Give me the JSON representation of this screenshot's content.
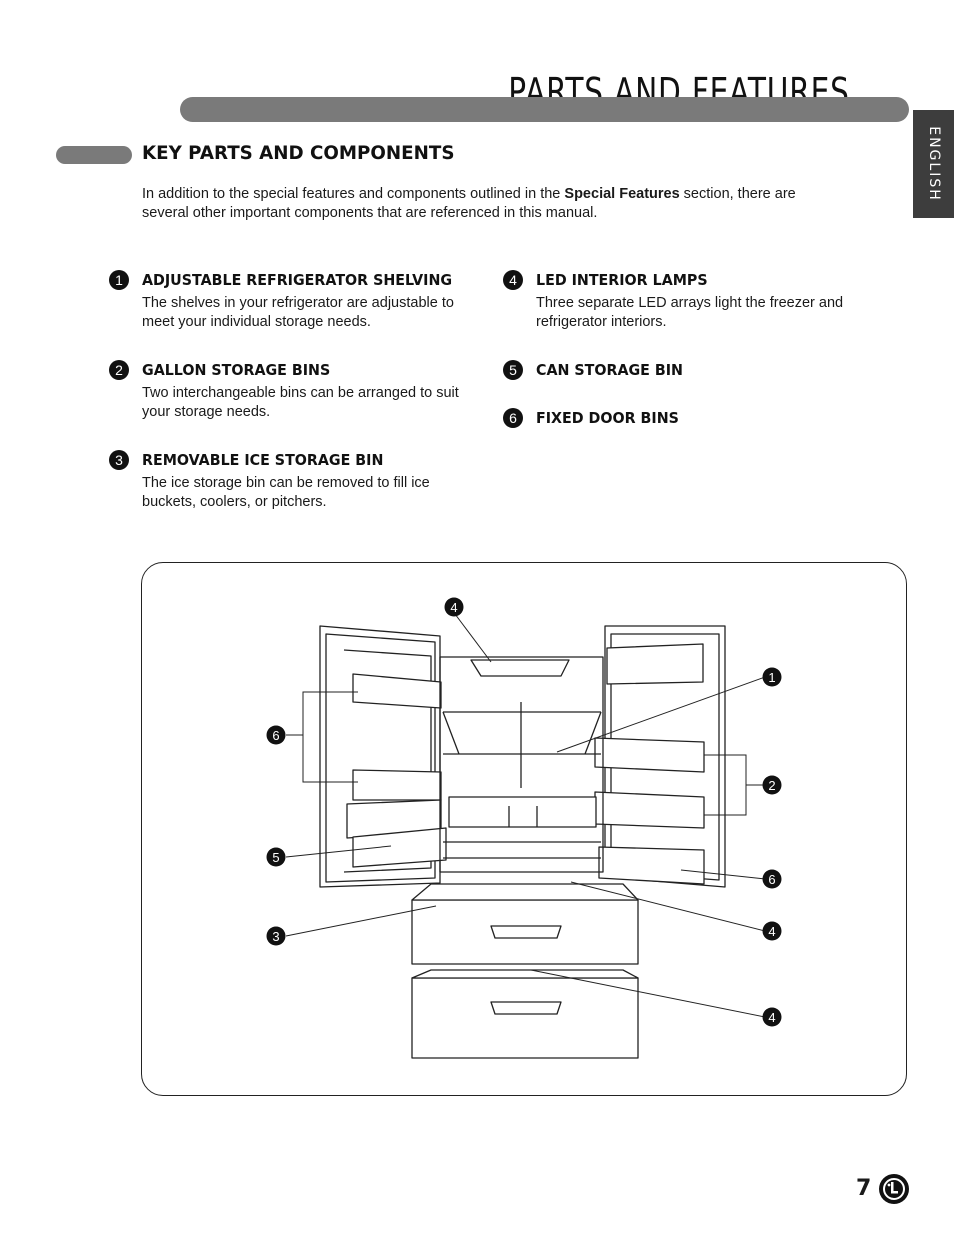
{
  "header": {
    "title": "PARTS AND FEATURES",
    "language_tab": "ENGLISH"
  },
  "section": {
    "heading": "KEY PARTS AND COMPONENTS",
    "intro_before": "In addition to the special features and components outlined in the ",
    "intro_bold": "Special Features",
    "intro_after": " section, there are several other important components that are referenced in this manual."
  },
  "features": [
    {
      "number": "1",
      "title": "ADJUSTABLE REFRIGERATOR SHELVING",
      "description": "The shelves in your refrigerator are adjustable to meet your individual storage needs."
    },
    {
      "number": "2",
      "title": "GALLON STORAGE BINS",
      "description": "Two interchangeable bins can be arranged to suit your storage needs."
    },
    {
      "number": "3",
      "title": "REMOVABLE ICE STORAGE BIN",
      "description": "The ice storage bin can be removed to fill ice buckets, coolers, or pitchers."
    },
    {
      "number": "4",
      "title": "LED INTERIOR LAMPS",
      "description": "Three separate LED arrays light the freezer and refrigerator interiors."
    },
    {
      "number": "5",
      "title": "CAN STORAGE BIN"
    },
    {
      "number": "6",
      "title": "FIXED DOOR BINS"
    }
  ],
  "diagram": {
    "callouts": [
      "4",
      "1",
      "6",
      "2",
      "5",
      "6",
      "3",
      "4",
      "4"
    ]
  },
  "footer": {
    "page_number": "7",
    "logo": "lg-logo"
  }
}
